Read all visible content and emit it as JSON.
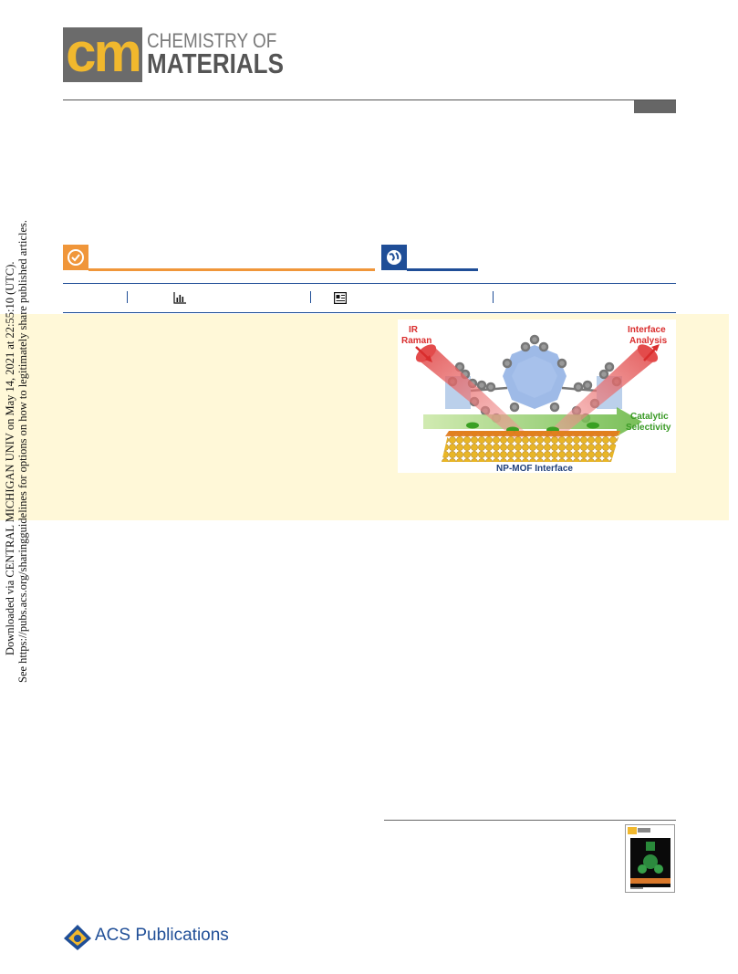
{
  "journal": {
    "logo_initials": "cm",
    "name_line1": "CHEMISTRY OF",
    "name_line2": "MATERIALS"
  },
  "toc_graphic": {
    "label_ir": "IR",
    "label_raman": "Raman",
    "label_interface": "Interface",
    "label_analysis": "Analysis",
    "label_catalytic": "Catalytic",
    "label_selectivity": "Selectivity",
    "caption": "NP-MOF Interface"
  },
  "download_notice": {
    "line1": "Downloaded via CENTRAL MICHIGAN UNIV on May 14, 2021 at 22:55:10 (UTC).",
    "line2": "See https://pubs.acs.org/sharingguidelines for options on how to legitimately share published articles."
  },
  "publisher": {
    "name": "ACS Publications"
  },
  "colors": {
    "accent_orange": "#f0963a",
    "accent_blue": "#1f4e97",
    "abstract_bg": "#fff8d8",
    "logo_gold": "#f1b82d"
  },
  "icons": [
    "check-circle-icon",
    "globe-icon",
    "bar-chart-icon",
    "newspaper-icon",
    "acs-logo-icon"
  ]
}
